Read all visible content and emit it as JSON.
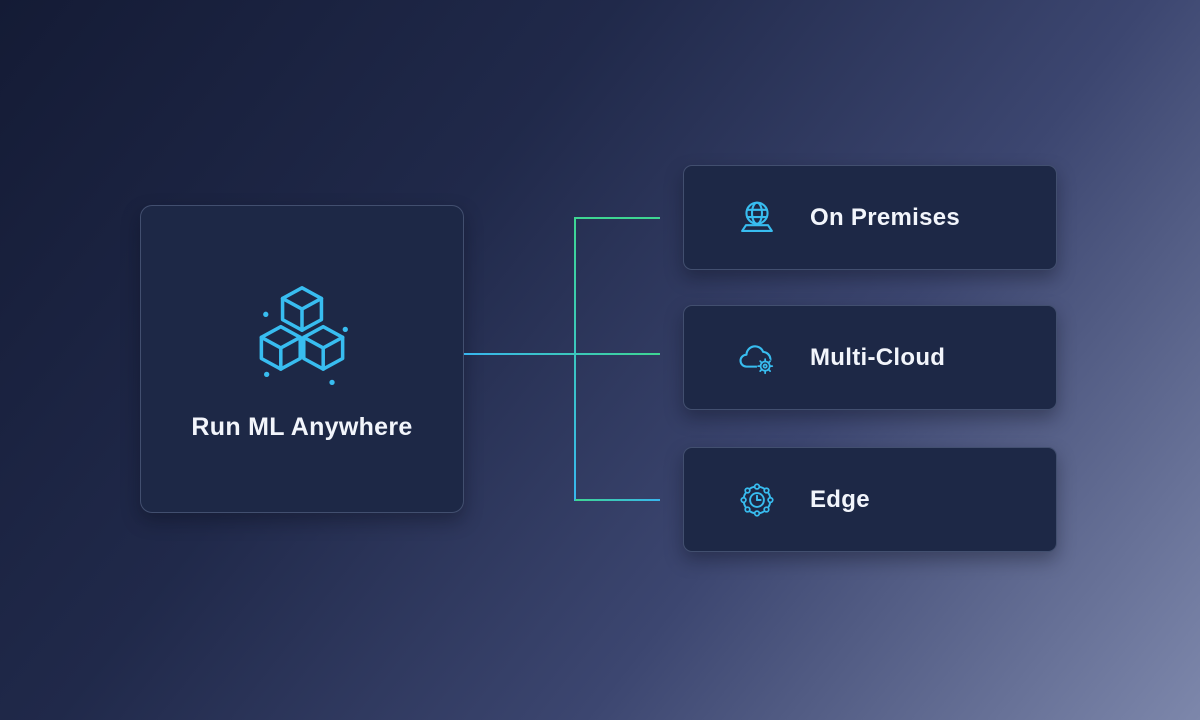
{
  "diagram": {
    "source_card": {
      "label": "Run ML Anywhere",
      "icon": "ml-cubes-icon"
    },
    "target_cards": [
      {
        "label": "On Premises",
        "icon": "on-premises-icon"
      },
      {
        "label": "Multi-Cloud",
        "icon": "multi-cloud-icon"
      },
      {
        "label": "Edge",
        "icon": "edge-icon"
      }
    ],
    "colors": {
      "icon_accent": "#38bdf0",
      "connector_green": "#3ed692",
      "connector_cyan": "#38b6ef",
      "card_background": "#1d2846",
      "label_text": "#f2f5fb"
    }
  }
}
